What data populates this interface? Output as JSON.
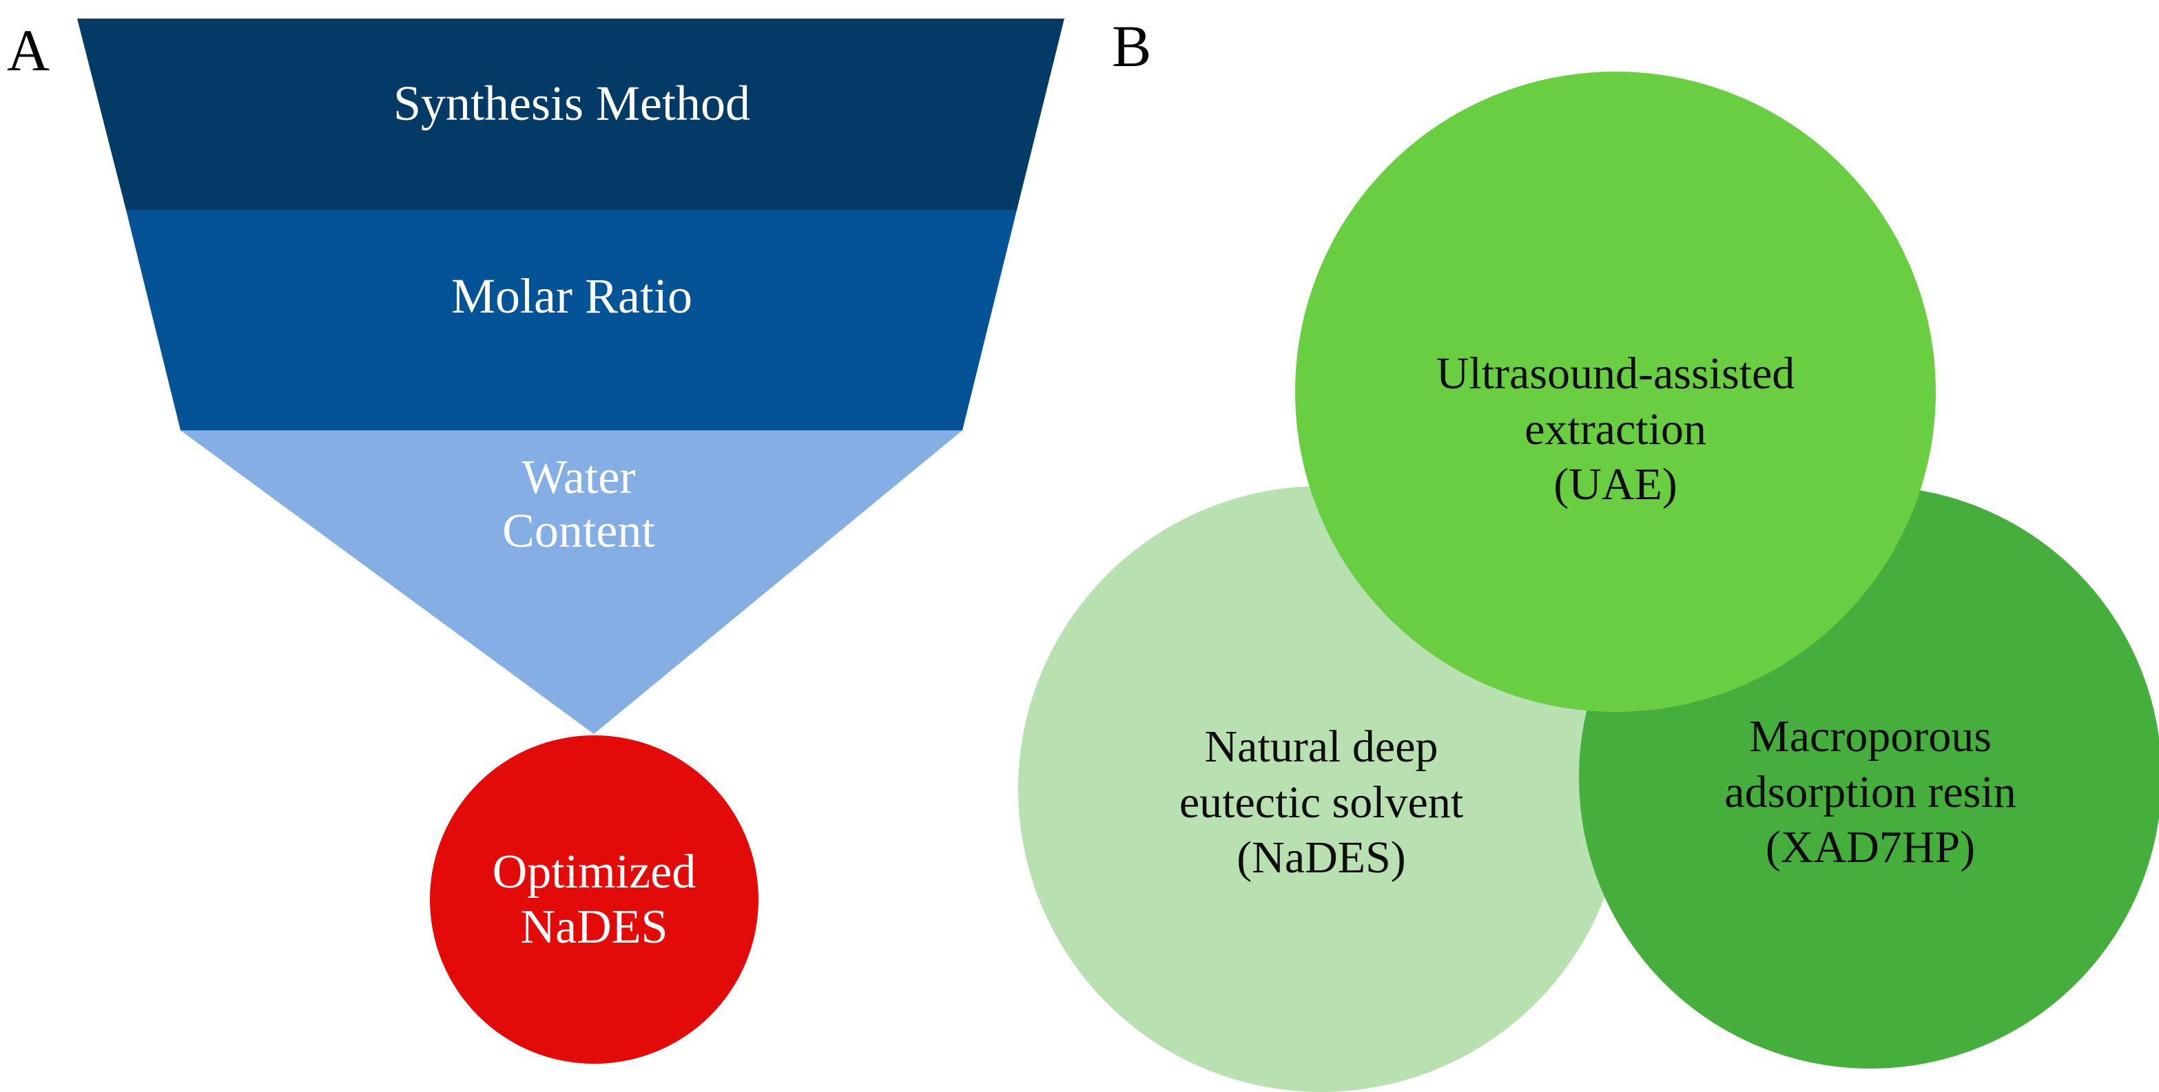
{
  "figure": {
    "panels": [
      {
        "letter": "A",
        "name": "nades-optimization-funnel"
      },
      {
        "letter": "B",
        "name": "extraction-strategy-venn"
      }
    ]
  },
  "panel_a": {
    "letter": "A",
    "funnel": {
      "stages": [
        {
          "id": "synthesis-method",
          "label": "Synthesis Method",
          "color": "#043A66",
          "text_color": "#FFFFFF"
        },
        {
          "id": "molar-ratio",
          "label": "Molar Ratio",
          "color": "#045397",
          "text_color": "#FFFFFF"
        },
        {
          "id": "water-content",
          "label": "Water\nContent",
          "color": "#85AFE4",
          "text_color": "#FFFFFF"
        }
      ]
    },
    "outcome": {
      "id": "optimized-nades",
      "label": "Optimized\nNaDES",
      "color": "#E30A0A",
      "text_color": "#FFFFFF"
    }
  },
  "panel_b": {
    "letter": "B",
    "circles": [
      {
        "id": "ultrasound-assisted-extraction",
        "label": "Ultrasound-assisted\nextraction\n(UAE)",
        "color": "#6ACE43",
        "text_color": "#0D0D0D"
      },
      {
        "id": "natural-deep-eutectic-solvent",
        "label": "Natural deep\neutectic solvent\n(NaDES)",
        "color": "#B8E0B0",
        "text_color": "#0D0D0D"
      },
      {
        "id": "macroporous-adsorption-resin",
        "label": "Macroporous\nadsorption resin\n(XAD7HP)",
        "color": "#45AE3C",
        "text_color": "#0D0D0D"
      }
    ]
  },
  "chart_data": {
    "type": "diagram",
    "title": "",
    "panels": [
      {
        "panel": "A",
        "subtype": "funnel",
        "description": "Inverted-triangle funnel of NaDES optimization variables converging to an optimized solvent",
        "categories": [
          "Synthesis Method",
          "Molar Ratio",
          "Water Content"
        ],
        "colors": [
          "#043A66",
          "#045397",
          "#85AFE4"
        ],
        "outcome": {
          "label": "Optimized NaDES",
          "color": "#E30A0A"
        }
      },
      {
        "panel": "B",
        "subtype": "venn",
        "description": "Three overlapping circles representing the combined extraction and purification strategy",
        "sets": [
          "Ultrasound-assisted extraction (UAE)",
          "Natural deep eutectic solvent (NaDES)",
          "Macroporous adsorption resin (XAD7HP)"
        ],
        "colors": [
          "#6ACE43",
          "#B8E0B0",
          "#45AE3C"
        ]
      }
    ]
  }
}
